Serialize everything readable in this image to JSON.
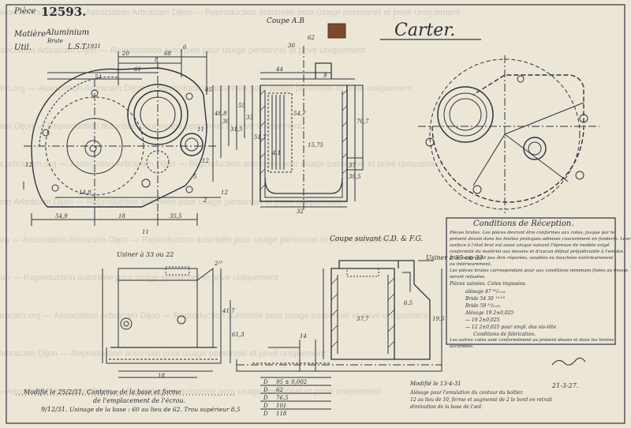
{
  "title_block": {
    "piece_label": "Pièce",
    "piece_number": "12593.",
    "matiere_label": "Matière",
    "matiere_value": "Aluminium",
    "brute_label": "Brute",
    "brute_value": "L.S.T.",
    "util_label": "Util.",
    "year": "1931"
  },
  "drawing_title": "Carter.",
  "section_ab": "Coupe A.B",
  "section_cdfg": "Coupe suivant C.D. & F.G.",
  "note_usinage_1": "Usiner à 33 ou 22",
  "note_usinage_2": "Usiner à 35 ou 33",
  "conditions": {
    "title": "Conditions de Réception.",
    "text": [
      "Pièces brutes. Les pièces devront être conformes aux cotes, jusque par le",
      "présent dessin dans les limites pratiques admises couramment en fonderie. Leur",
      "surface à l'état brut est aussi unique suivant l'épreuve de modèle exigé",
      "conformité du matériel aux dessins et d'aucun défaut préjudiciable à l'emploi.",
      "Elles ne devront pas être réparées, soudées ou bouchées extérieurement",
      "ou intérieurement.",
      "Les pièces brutes correspondant pour aux conditions minimum fixées au dessin",
      "seront refusées.",
      "Pièces usinées. Cotes imposées."
    ],
    "tolerances": [
      "alésage 47 ³⁵/₀.₀₃",
      "Bride 54 30 ⁺⁰·⁰³",
      "Bride 59 ²⁵/₀.₀₃",
      "Alésage 19 2±0,025",
      "— 19 2±0,025",
      "— 12 2±0,025 pour empl. des vis-tête"
    ],
    "footer": "Conditions de fabrication.",
    "footer2": "Les autres cotes sont conformément au présent dessin et dans les limites",
    "footer3": "accordées."
  },
  "modifs": {
    "mod1_date": "Modifié le 25/2/31.",
    "mod1_text": "Contenue de la base et forme",
    "mod1_text2": "de l'emplacement de l'écrou.",
    "mod2_date": "9/12/31.",
    "mod2_text": "Usinage de la base : 60 au lieu de 62. Trou supérieur 8,5",
    "mod3_date": "Modifié le 13-4-31",
    "mod3_text": "Alésage pour l'emulation du contour du boîtier.",
    "mod3_text2": "12 au lieu de 10, ferme et augmenté de 2 le bord en retrait",
    "mod3_text3": "diminution de la base de l'œil.",
    "signature_date": "21-3-27."
  },
  "dims_top": [
    "20",
    "68",
    "6",
    "8",
    "61",
    "54",
    "48,8",
    "30",
    "31,5",
    "55",
    "33",
    "45",
    "12",
    "11",
    "5"
  ],
  "dims_bottom": [
    "54,9",
    "18",
    "35,5",
    "11",
    "14,8",
    "12",
    "12",
    "2"
  ],
  "dims_section_ab": [
    "30",
    "62",
    "44",
    "70,7",
    "54,7",
    "15,75",
    "4,1",
    "51,7",
    "32",
    "9",
    "37",
    "39,5"
  ],
  "dims_bottom_sections": [
    "2²³",
    "41,7",
    "61,3",
    "18",
    "37,7",
    "6,5",
    "19,6",
    "14"
  ],
  "dim_table": [
    {
      "label": "D",
      "value": "95 ± 0,002"
    },
    {
      "label": "D",
      "value": "62"
    },
    {
      "label": "D",
      "value": "76,5"
    },
    {
      "label": "D",
      "value": "101"
    },
    {
      "label": "D",
      "value": "118"
    }
  ],
  "watermark": "www.arbracam.org — Association Arbracam Dijon — Reproduction autorisée pour usage personnel et privé uniquement"
}
